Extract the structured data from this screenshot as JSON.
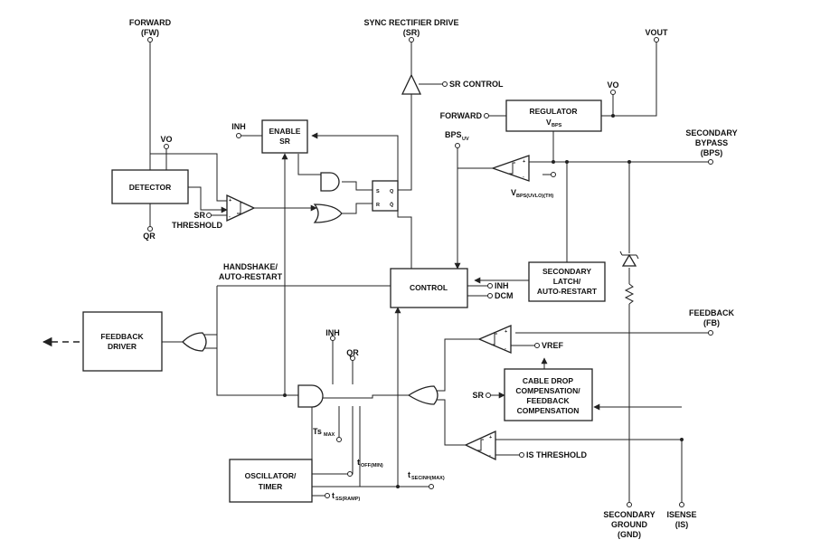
{
  "pins": {
    "forward_fw": [
      "FORWARD",
      "(FW)"
    ],
    "sync_rectifier": [
      "SYNC RECTIFIER DRIVE",
      "(SR)"
    ],
    "vout": "VOUT",
    "vo_top": "VO",
    "vo_left": "VO",
    "secondary_bypass": [
      "SECONDARY",
      "BYPASS",
      "(BPS)"
    ],
    "feedback_fb": [
      "FEEDBACK",
      "(FB)"
    ],
    "secondary_ground": [
      "SECONDARY",
      "GROUND",
      "(GND)"
    ],
    "isense": [
      "ISENSE",
      "(IS)"
    ],
    "qr_left": "QR",
    "qr_mid": "QR",
    "inh_top": "INH",
    "inh_mid": "INH",
    "inh_ctrl": "INH",
    "dcm": "DCM",
    "sr_control": "SR CONTROL",
    "forward_reg": "FORWARD",
    "bps_uv": "BPS",
    "bps_uv_sub": "UV",
    "sr_threshold": [
      "SR",
      "THRESHOLD"
    ],
    "sr_cable": "SR",
    "vref": "VREF",
    "is_threshold": "IS THRESHOLD",
    "handshake": [
      "HANDSHAKE/",
      "AUTO-RESTART"
    ],
    "v_bps_uvlo": "V",
    "v_bps_uvlo_sub": "BPS(UVLO)(TH)",
    "ts_max": "Ts",
    "ts_max_sub": "MAX",
    "t_off": "t",
    "t_off_sub": "OFF(MIN)",
    "t_secinh": "t",
    "t_secinh_sub": "SECINH(MAX)",
    "t_ss": "t",
    "t_ss_sub": "SS(RAMP)"
  },
  "blocks": {
    "detector": "DETECTOR",
    "enable_sr": [
      "ENABLE",
      "SR"
    ],
    "regulator": "REGULATOR",
    "regulator_v": "V",
    "regulator_v_sub": "BPS",
    "control": "CONTROL",
    "secondary_latch": [
      "SECONDARY",
      "LATCH/",
      "AUTO-RESTART"
    ],
    "feedback_driver": [
      "FEEDBACK",
      "DRIVER"
    ],
    "cable_drop": [
      "CABLE DROP",
      "COMPENSATION/",
      "FEEDBACK",
      "COMPENSATION"
    ],
    "oscillator": [
      "OSCILLATOR/",
      "TIMER"
    ],
    "latch_s": "S",
    "latch_r": "R",
    "latch_q": "Q",
    "latch_qbar": "Q̄",
    "plus": "+",
    "minus": "-"
  }
}
